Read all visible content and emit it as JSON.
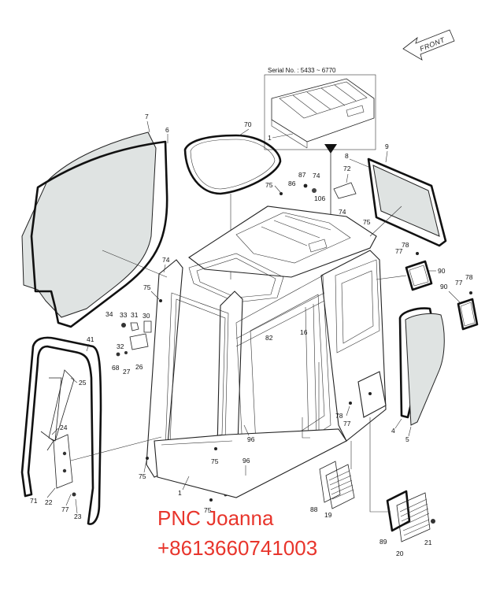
{
  "serial_label": "Serial No. : 5433 ~ 6770",
  "front_label": "FRONT",
  "watermark": {
    "name": "PNC Joanna",
    "phone": "+8613660741003"
  },
  "callouts": {
    "c1_inset": "1",
    "c1": "1",
    "c4": "4",
    "c5": "5",
    "c6": "6",
    "c7": "7",
    "c8": "8",
    "c9": "9",
    "c16": "16",
    "c19": "19",
    "c20": "20",
    "c21": "21",
    "c22": "22",
    "c23": "23",
    "c24": "24",
    "c25": "25",
    "c26": "26",
    "c27": "27",
    "c30": "30",
    "c31": "31",
    "c32": "32",
    "c33": "33",
    "c34": "34",
    "c41": "41",
    "c68": "68",
    "c70": "70",
    "c71": "71",
    "c72": "72",
    "c74a": "74",
    "c74b": "74",
    "c74c": "74",
    "c75a": "75",
    "c75b": "75",
    "c75c": "75",
    "c75d": "75",
    "c75e": "75",
    "c77a": "77",
    "c77b": "77",
    "c77c": "77",
    "c77d": "77",
    "c78a": "78",
    "c78b": "78",
    "c78c": "78",
    "c82": "82",
    "c86": "86",
    "c87": "87",
    "c88": "88",
    "c89": "89",
    "c90a": "90",
    "c90b": "90",
    "c96a": "96",
    "c96b": "96",
    "c106": "106"
  }
}
